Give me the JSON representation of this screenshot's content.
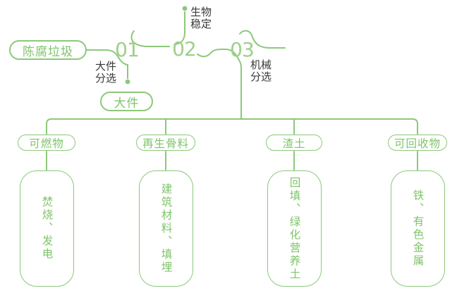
{
  "diagram": {
    "colors": {
      "accent_green": "#8CC87A",
      "light_green_number": "#9CD189",
      "text_green": "#7EC469",
      "text_dark": "#383838"
    },
    "source": {
      "label": "陈腐垃圾"
    },
    "stages": [
      {
        "number": "01",
        "label": "大件分选",
        "output": "大件"
      },
      {
        "number": "02",
        "label": "生物稳定"
      },
      {
        "number": "03",
        "label": "机械分选"
      }
    ],
    "branches": [
      {
        "category": "可燃物",
        "detail": "焚烧、发电"
      },
      {
        "category": "再生骨料",
        "detail": "建筑材料、填埋"
      },
      {
        "category": "渣土",
        "detail": "回填、绿化营养土"
      },
      {
        "category": "可回收物",
        "detail": "铁、有色金属"
      }
    ]
  }
}
